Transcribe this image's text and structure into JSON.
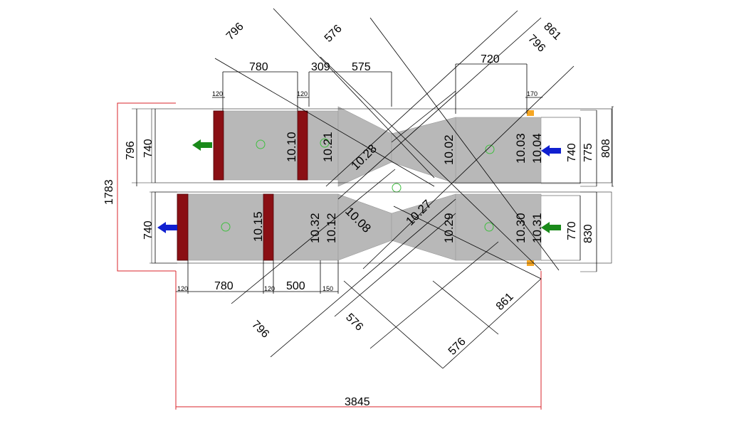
{
  "colors": {
    "duct": "#b8b8b8",
    "filter": "#8a0f14",
    "exhaust_arrow": "#1a8a1a",
    "supply_arrow": "#1020d0",
    "outline_red": "#d9262b",
    "accent_orange": "#f5a623"
  },
  "icons": {
    "exhaust_top": "arrow-left-green-icon",
    "supply_top": "arrow-left-blue-icon",
    "supply_bottom": "arrow-left-blue-icon",
    "exhaust_bottom": "arrow-left-green-icon"
  },
  "dimensions": {
    "top": {
      "d796a": "796",
      "d576a": "576",
      "d861a": "861",
      "d796b": "796",
      "d780": "780",
      "d309": "309",
      "d575": "575",
      "d720": "720",
      "d120a": "120",
      "d120b": "120",
      "d170": "170"
    },
    "left": {
      "d1783": "1783",
      "d796": "796",
      "d740a": "740",
      "d740b": "740"
    },
    "right": {
      "d740": "740",
      "d775": "775",
      "d808": "808",
      "d770": "770",
      "d830": "830"
    },
    "bottom": {
      "d120a": "120",
      "d780": "780",
      "d120b": "120",
      "d500": "500",
      "d150": "150",
      "d796": "796",
      "d576a": "576",
      "d576b": "576",
      "d861": "861",
      "d3845": "3845"
    }
  },
  "sections": {
    "upper": {
      "s1010": "10.10",
      "s1021": "10.21",
      "s1028": "10.28",
      "s1002": "10.02",
      "s1003": "10.03",
      "s1004": "10.04"
    },
    "lower": {
      "s1015": "10.15",
      "s1032": "10.32",
      "s1012": "10.12",
      "s1008": "10.08",
      "s1027": "10.27",
      "s1029": "10.29",
      "s1030": "10.30",
      "s1031": "10.31"
    }
  }
}
